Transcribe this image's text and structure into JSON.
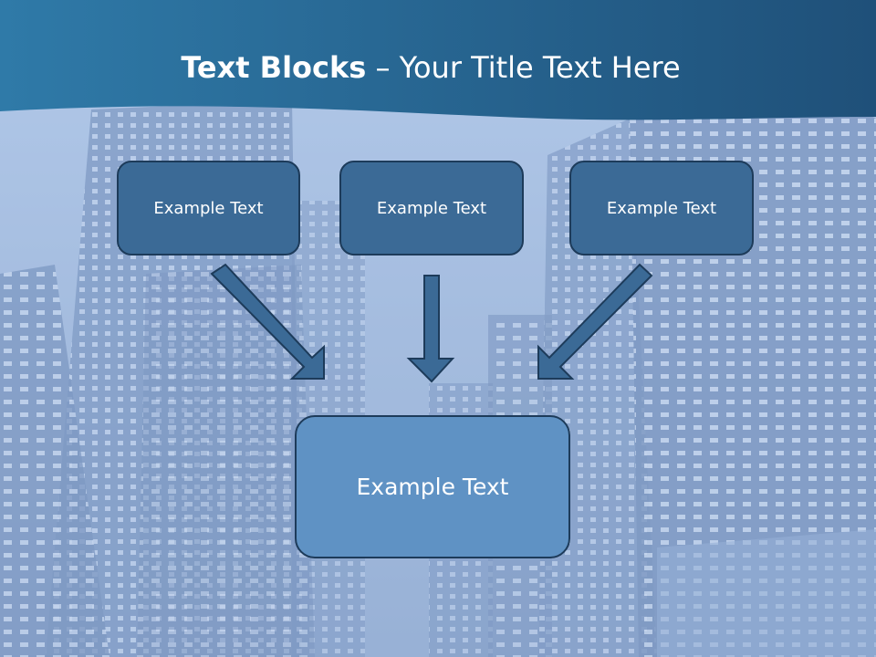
{
  "slide": {
    "title_bold": "Text Blocks",
    "title_dash": " – ",
    "title_rest": "Your Title Text Here"
  },
  "blocks": {
    "top": [
      "Example Text",
      "Example Text",
      "Example Text"
    ],
    "bottom": "Example Text"
  },
  "colors": {
    "header": "#2a6a98",
    "box_fill": "#3b6a96",
    "box_border": "#1d3b5a",
    "center_fill": "#5f92c4",
    "arrow_fill": "#3b6a96"
  }
}
